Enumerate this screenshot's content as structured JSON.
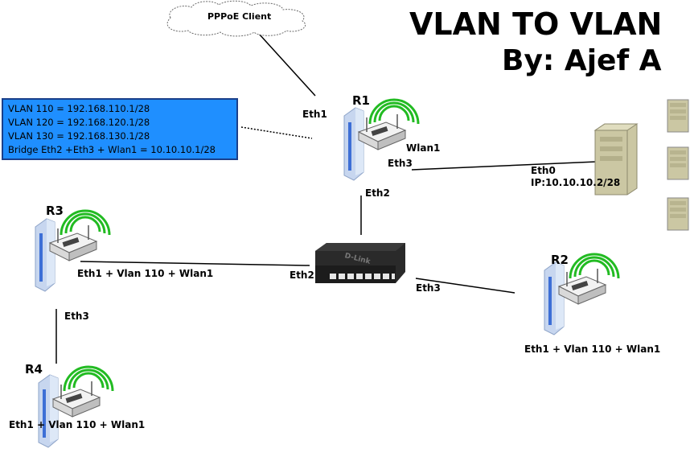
{
  "title": {
    "line1": "VLAN TO VLAN",
    "line2": "By: Ajef A"
  },
  "cloud": {
    "label": "PPPoE Client"
  },
  "vlan_box": {
    "lines": [
      "VLAN 110 = 192.168.110.1/28",
      "VLAN 120 = 192.168.120.1/28",
      "VLAN 130 = 192.168.130.1/28",
      "Bridge Eth2 +Eth3 + Wlan1 = 10.10.10.1/28"
    ],
    "bg_color": "#1f8fff",
    "border_color": "#1a3f8a"
  },
  "routers": {
    "r1": {
      "name": "R1",
      "eth1": "Eth1",
      "wlan1": "Wlan1",
      "eth3": "Eth3",
      "eth2": "Eth2"
    },
    "r2": {
      "name": "R2",
      "caption": "Eth1 + Vlan 110 + Wlan1"
    },
    "r3": {
      "name": "R3",
      "caption": "Eth1 + Vlan 110 + Wlan1",
      "eth3": "Eth3"
    },
    "r4": {
      "name": "R4",
      "caption": "Eth1 + Vlan 110 + Wlan1"
    }
  },
  "switch": {
    "brand": "D-Link",
    "port_eth2": "Eth2",
    "port_eth3": "Eth3"
  },
  "server": {
    "iface": "Eth0",
    "ip": "IP:10.10.10.2/28"
  },
  "colors": {
    "wifi_arcs": "#22bb22",
    "router_body": "#c9d8ee",
    "router_stripe": "#3d6fd6",
    "server_body": "#cbc7a3"
  }
}
